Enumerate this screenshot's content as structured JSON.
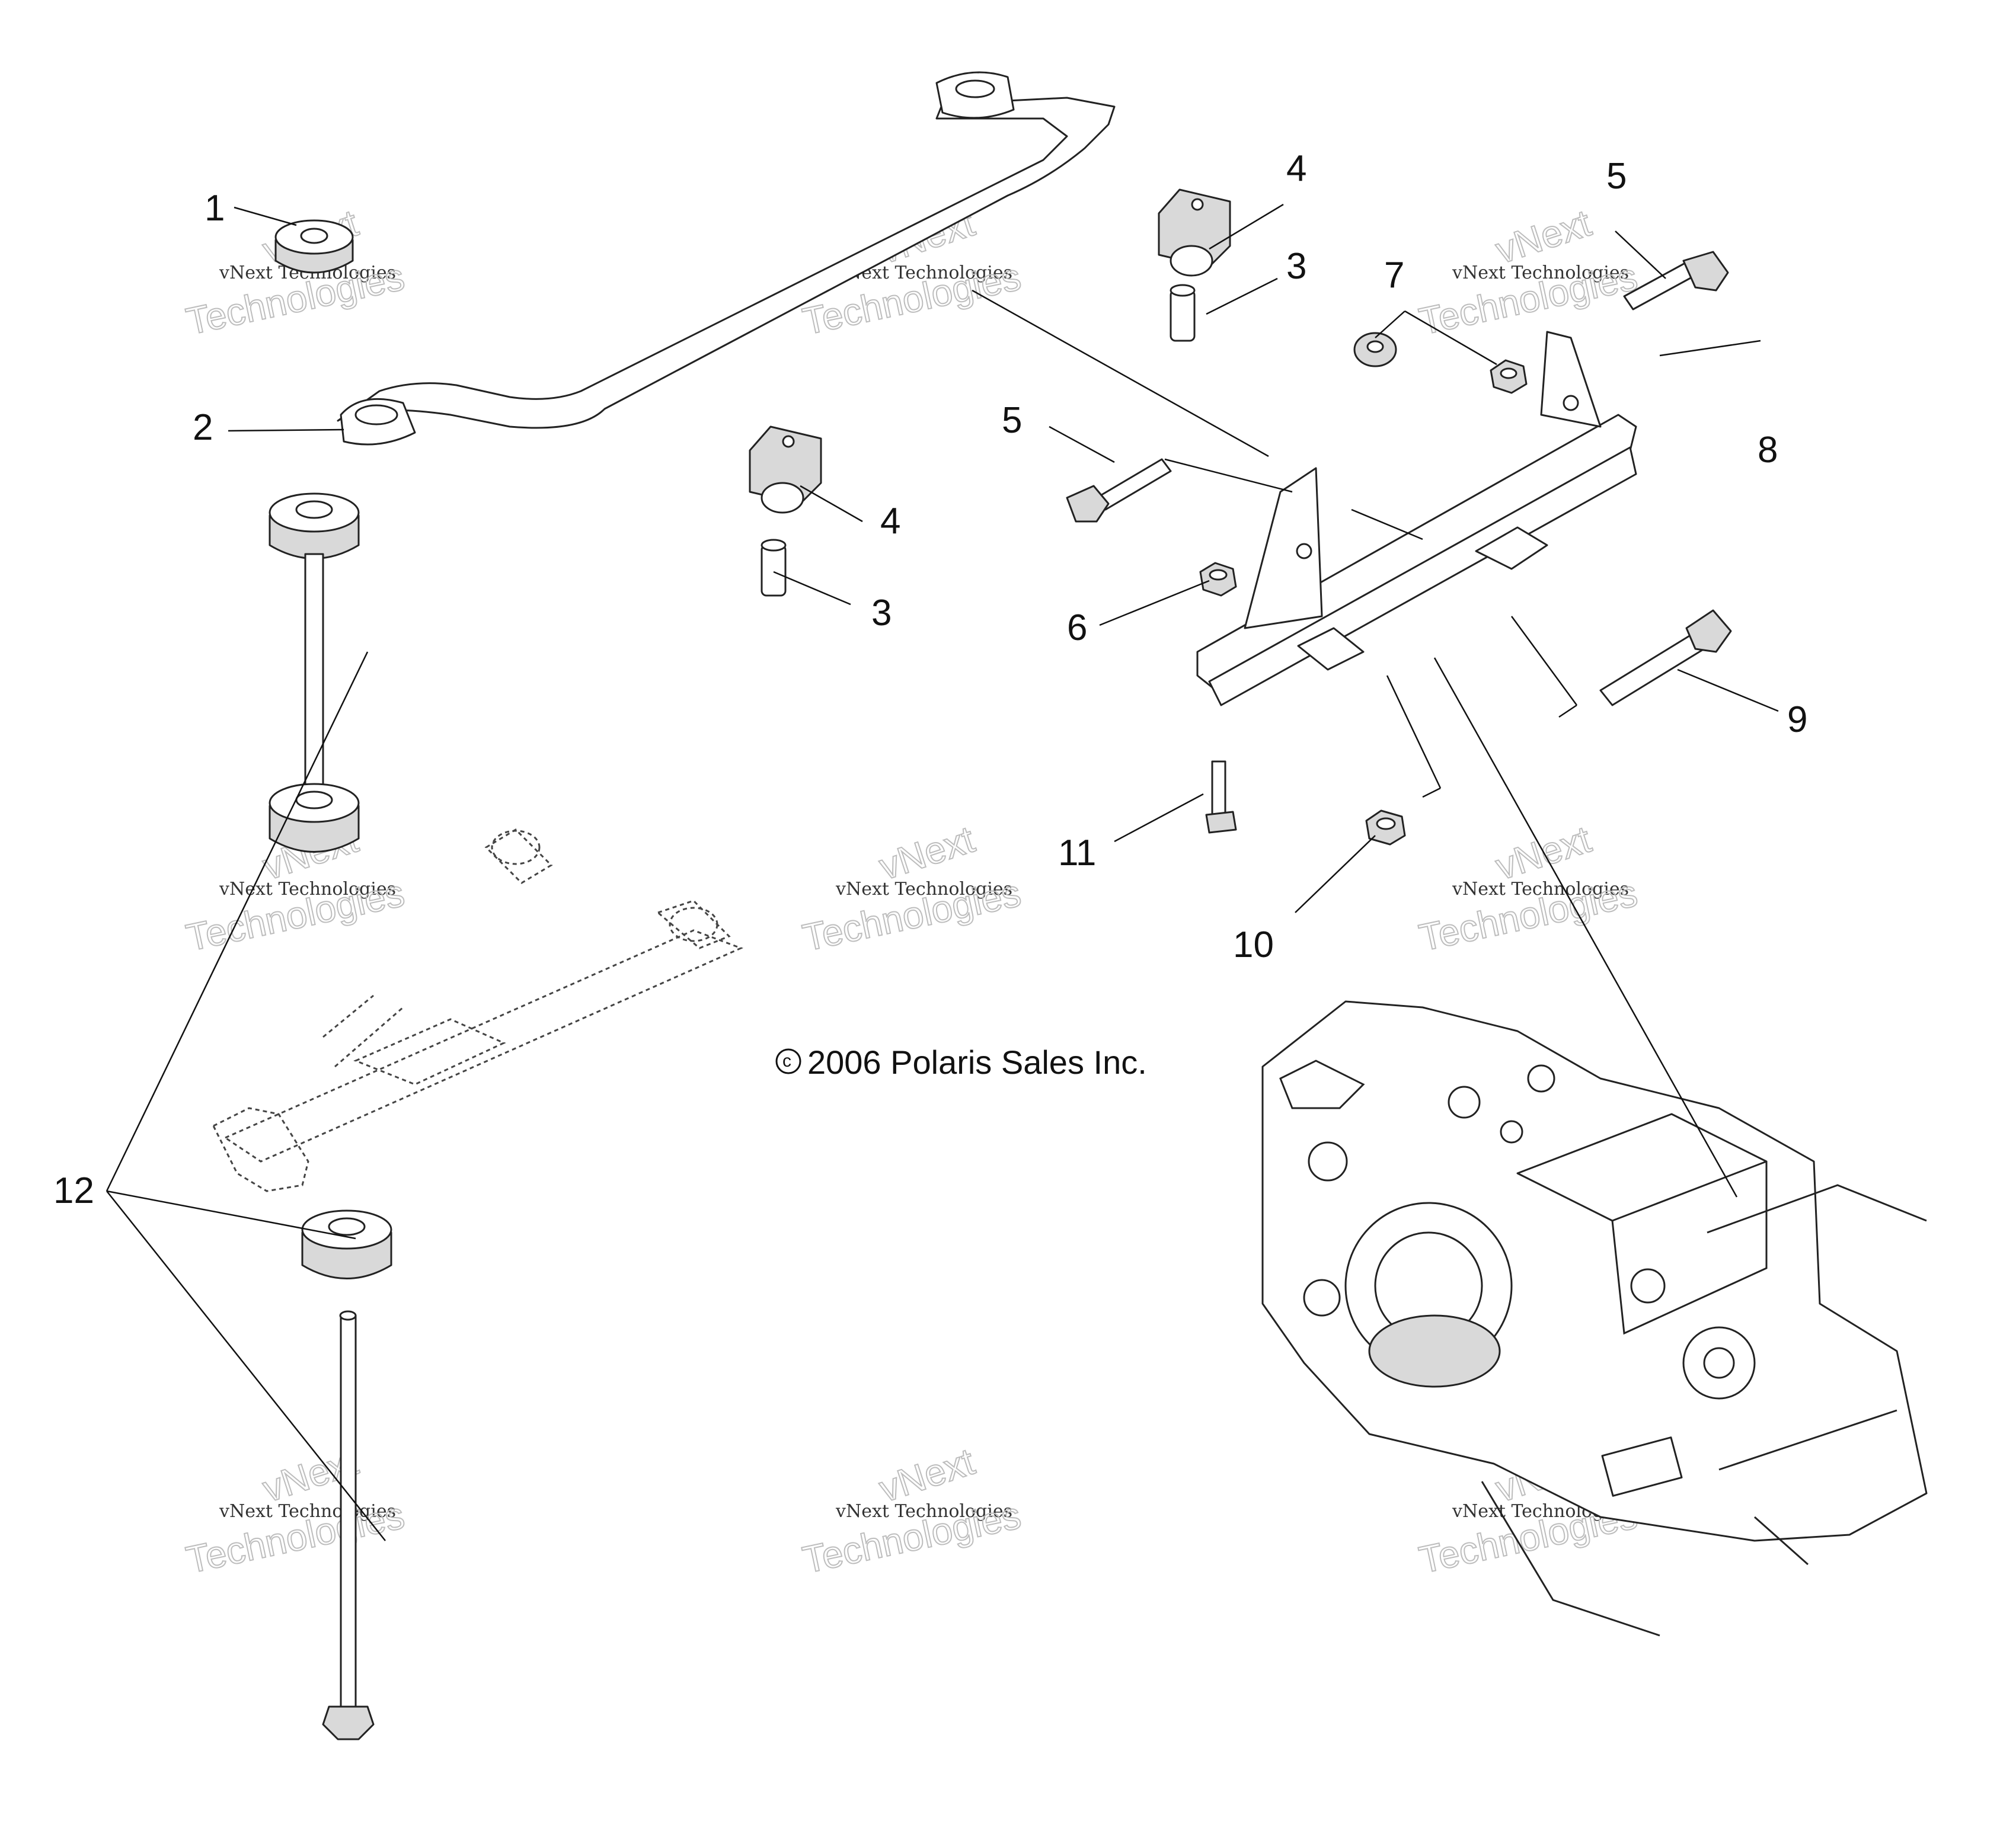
{
  "callouts": [
    {
      "id": "c1",
      "label": "1"
    },
    {
      "id": "c2",
      "label": "2"
    },
    {
      "id": "c3a",
      "label": "3"
    },
    {
      "id": "c3b",
      "label": "3"
    },
    {
      "id": "c4a",
      "label": "4"
    },
    {
      "id": "c4b",
      "label": "4"
    },
    {
      "id": "c5a",
      "label": "5"
    },
    {
      "id": "c5b",
      "label": "5"
    },
    {
      "id": "c6",
      "label": "6"
    },
    {
      "id": "c7",
      "label": "7"
    },
    {
      "id": "c8",
      "label": "8"
    },
    {
      "id": "c9",
      "label": "9"
    },
    {
      "id": "c10",
      "label": "10"
    },
    {
      "id": "c11",
      "label": "11"
    },
    {
      "id": "c12",
      "label": "12"
    }
  ],
  "copyright": "2006 Polaris Sales Inc.",
  "copyright_symbol": "©",
  "watermark": {
    "line1": "vNext Technologies",
    "line2a": "vNext",
    "line2b": "Technologies"
  }
}
